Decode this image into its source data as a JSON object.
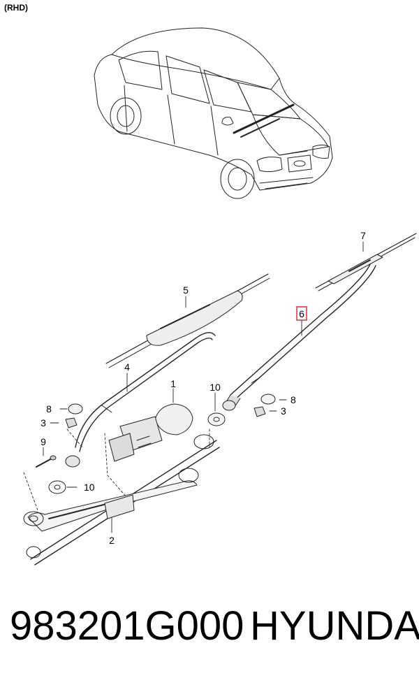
{
  "diagram": {
    "variant_label": "(RHD)",
    "callouts": {
      "c1": "1",
      "c2": "2",
      "c3a": "3",
      "c3b": "3",
      "c4": "4",
      "c5": "5",
      "c6": "6",
      "c7": "7",
      "c8a": "8",
      "c8b": "8",
      "c9": "9",
      "c10a": "10",
      "c10b": "10"
    },
    "highlight_color": "#e0303a"
  },
  "footer": {
    "part_number": "983201G000",
    "brand": "HYUNDAI"
  }
}
